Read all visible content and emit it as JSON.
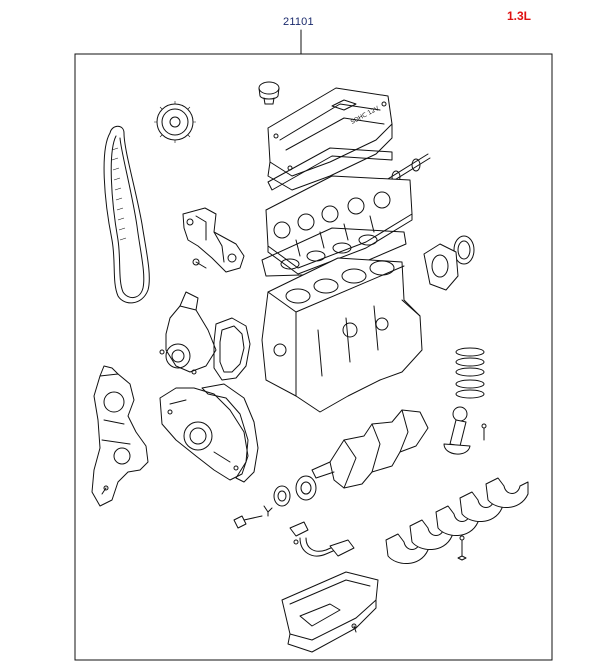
{
  "part_number": "21101",
  "engine_label": "1.3L",
  "colors": {
    "part_number_text": "#1a2a6c",
    "engine_label_text": "#e01010",
    "line_art": "#111111"
  },
  "valve_cover_marking": "SOHC 12V"
}
